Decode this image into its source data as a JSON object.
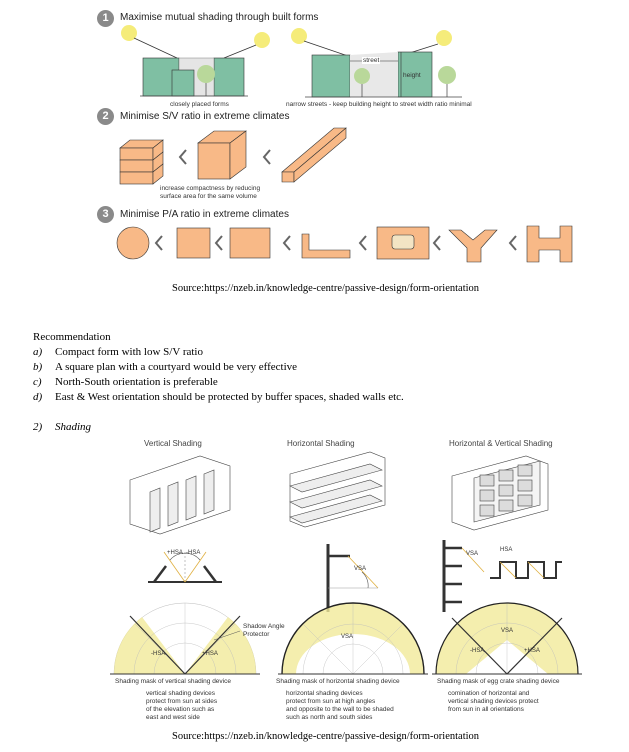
{
  "form": {
    "sections": [
      {
        "num": "1",
        "heading": "Maximise mutual shading through built forms"
      },
      {
        "num": "2",
        "heading": "Minimise S/V ratio in extreme climates"
      },
      {
        "num": "3",
        "heading": "Minimise P/A ratio in extreme climates"
      }
    ],
    "captions": {
      "closely_placed": "closely placed forms",
      "narrow_streets": "narrow streets - keep building height to street width ratio minimal",
      "street": "street",
      "height": "height",
      "compactness_line1": "increase compactness by reducing",
      "compactness_line2": "surface area for the same volume"
    },
    "source": "Source:https://nzeb.in/knowledge-centre/passive-design/form-orientation"
  },
  "recommendation": {
    "title": "Recommendation",
    "items": [
      {
        "letter": "a)",
        "text": "Compact form with low S/V ratio"
      },
      {
        "letter": "b)",
        "text": "A square plan with a courtyard would be very effective"
      },
      {
        "letter": "c)",
        "text": "North-South orientation is preferable"
      },
      {
        "letter": "d)",
        "text": "East & West orientation should be protected by buffer spaces, shaded walls etc."
      }
    ]
  },
  "shading": {
    "section_num": "2)",
    "section_title": "Shading",
    "columns": [
      {
        "title": "Vertical Shading",
        "angle_labels": [
          "+HSA",
          "-HSA"
        ],
        "mask_labels": [
          "-HSA",
          "+HSA"
        ],
        "mask_caption": "Shading mask of vertical shading device",
        "desc": [
          "vertical shading devices",
          "protect from sun at sides",
          "of the elevation such as",
          "east and west side"
        ]
      },
      {
        "title": "Horizontal Shading",
        "angle_labels": [
          "VSA"
        ],
        "mask_labels": [
          "VSA"
        ],
        "mask_caption": "Shading mask of horizontal shading device",
        "desc": [
          "horizontal shading devices",
          "protect from sun at high angles",
          "and opposite to the wall to be shaded",
          "such as north and south sides"
        ]
      },
      {
        "title": "Horizontal & Vertical Shading",
        "angle_labels": [
          "VSA",
          "HSA"
        ],
        "mask_labels": [
          "-HSA",
          "VSA",
          "+HSA"
        ],
        "mask_caption": "Shading mask of egg crate shading device",
        "desc": [
          "comination of horizontal and",
          "vertical shading devices protect",
          "from sun in all orientations"
        ]
      }
    ],
    "protractor_label": [
      "Shadow Angle",
      "Protector"
    ],
    "source": "Source:https://nzeb.in/knowledge-centre/passive-design/form-orientation"
  },
  "colors": {
    "building_green": "#7fbfa3",
    "form_orange": "#f8b987",
    "sun_yellow": "#f5ec7a",
    "tree_green": "#b9d89a",
    "mask_yellow": "#f1ea9a"
  }
}
